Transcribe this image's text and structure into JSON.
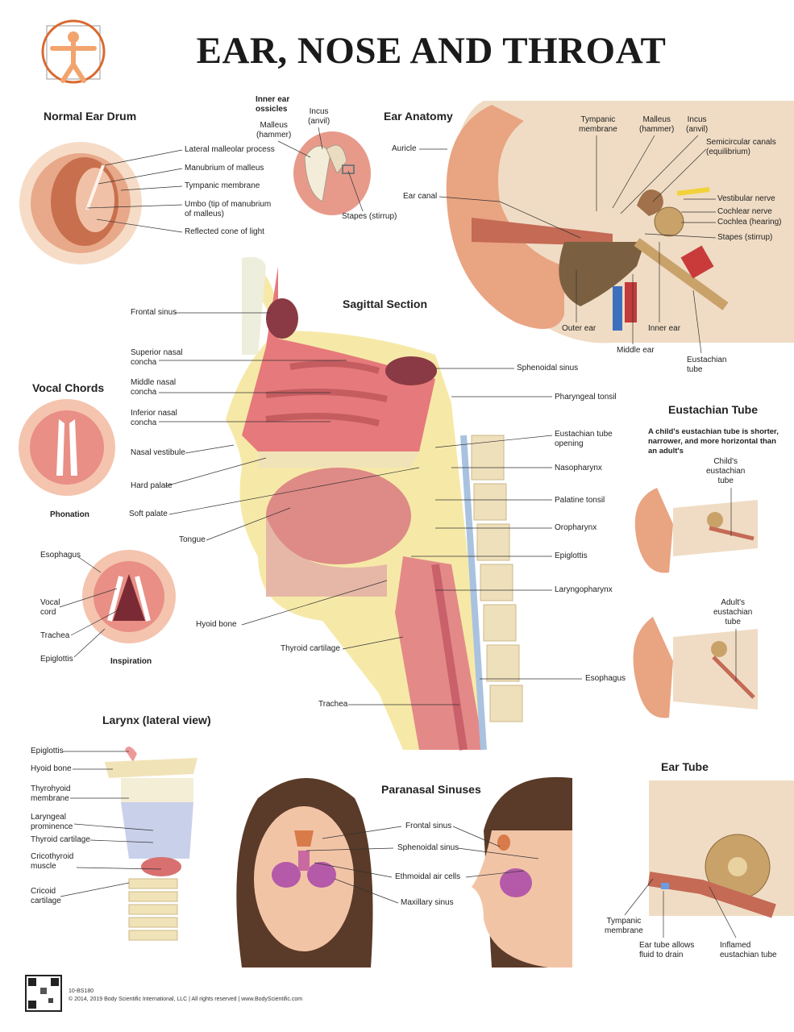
{
  "title": "EAR, NOSE AND THROAT",
  "normal_ear_drum": {
    "heading": "Normal Ear Drum",
    "labels": [
      "Lateral malleolar process",
      "Manubrium of malleus",
      "Tympanic membrane",
      "Umbo (tip of manubrium\nof malleus)",
      "Reflected cone of light"
    ]
  },
  "ossicles": {
    "heading": "Inner ear\nossicles",
    "labels": [
      "Incus\n(anvil)",
      "Malleus\n(hammer)",
      "Stapes (stirrup)"
    ]
  },
  "ear_anatomy": {
    "heading": "Ear Anatomy",
    "labels": [
      "Auricle",
      "Ear canal",
      "Tympanic\nmembrane",
      "Malleus\n(hammer)",
      "Incus\n(anvil)",
      "Semicircular canals\n(equilibrium)",
      "Vestibular nerve",
      "Cochlear nerve",
      "Cochlea (hearing)",
      "Stapes (stirrup)",
      "Outer ear",
      "Middle ear",
      "Inner ear",
      "Eustachian\ntube"
    ]
  },
  "sagittal": {
    "heading": "Sagittal Section",
    "left_labels": [
      "Frontal sinus",
      "Superior nasal\nconcha",
      "Middle nasal\nconcha",
      "Inferior nasal\nconcha",
      "Nasal vestibule",
      "Hard palate",
      "Soft palate",
      "Tongue",
      "Hyoid bone",
      "Thyroid cartilage",
      "Trachea"
    ],
    "right_labels": [
      "Sphenoidal sinus",
      "Pharyngeal tonsil",
      "Eustachian tube\nopening",
      "Nasopharynx",
      "Palatine tonsil",
      "Oropharynx",
      "Epiglottis",
      "Laryngopharynx",
      "Esophagus"
    ]
  },
  "vocal": {
    "heading": "Vocal Chords",
    "phonation": "Phonation",
    "inspiration": "Inspiration",
    "labels": [
      "Esophagus",
      "Vocal\ncord",
      "Trachea",
      "Epiglottis"
    ]
  },
  "eustachian": {
    "heading": "Eustachian Tube",
    "note": "A child's eustachian tube is shorter,\nnarrower, and more horizontal than\nan adult's",
    "child": "Child's\neustachian\ntube",
    "adult": "Adult's\neustachian\ntube"
  },
  "larynx": {
    "heading": "Larynx (lateral view)",
    "labels": [
      "Epiglottis",
      "Hyoid bone",
      "Thyrohyoid\nmembrane",
      "Laryngeal\nprominence",
      "Thyroid cartilage",
      "Cricothyroid\nmuscle",
      "Cricoid\ncartilage"
    ]
  },
  "paranasal": {
    "heading": "Paranasal Sinuses",
    "labels": [
      "Frontal sinus",
      "Sphenoidal sinus",
      "Ethmoidal air cells",
      "Maxillary sinus"
    ]
  },
  "ear_tube": {
    "heading": "Ear Tube",
    "labels": [
      "Tympanic\nmembrane",
      "Ear tube allows\nfluid to drain",
      "Inflamed\neustachian tube"
    ]
  },
  "footer": {
    "code": "10-BS180",
    "copyright": "© 2014, 2019 Body Scientific International, LLC | All rights reserved | www.BodyScientific.com"
  },
  "colors": {
    "flesh": "#f2b49a",
    "mucosa": "#e0787a",
    "bone": "#f1e3b8",
    "cartilage": "#c9d6ea",
    "nerve": "#f2d23c",
    "sinus": "#8a3a44"
  }
}
